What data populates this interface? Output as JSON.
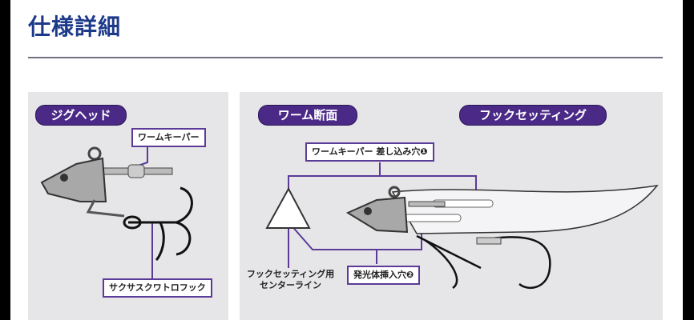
{
  "header": {
    "title": "仕様詳細"
  },
  "jighead_panel": {
    "badge": "ジグヘッド",
    "worm_keeper_label": "ワームキーパー",
    "hook_label": "サクサスクワトロフック"
  },
  "worm_panel": {
    "badge": "ワーム断面",
    "keeper_hole_label": "ワームキーパー 差し込み穴❶",
    "light_hole_label": "発光体挿入穴❷",
    "centerline_line1": "フックセッティング用",
    "centerline_line2": "センターライン"
  },
  "hook_panel": {
    "badge": "フックセッティング"
  },
  "colors": {
    "title": "#1d3a8a",
    "accent": "#4a2a86",
    "panel": "#e6e6e8"
  }
}
